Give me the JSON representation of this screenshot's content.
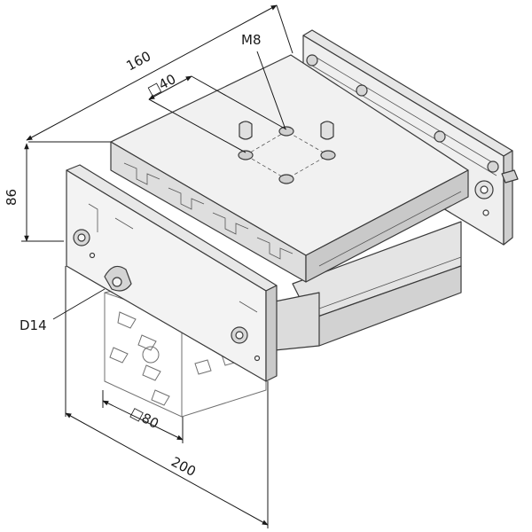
{
  "dimensions": {
    "length_160": "160",
    "square_40": "□40",
    "thread_m8": "M8",
    "height_86": "86",
    "diameter_d14": "D14",
    "square_80": "□80",
    "width_200": "200"
  },
  "colors": {
    "line": "#1a1a1a",
    "metal_light": "#ececec",
    "metal_mid": "#d9d9d9",
    "metal_dark": "#bdbdbd"
  }
}
